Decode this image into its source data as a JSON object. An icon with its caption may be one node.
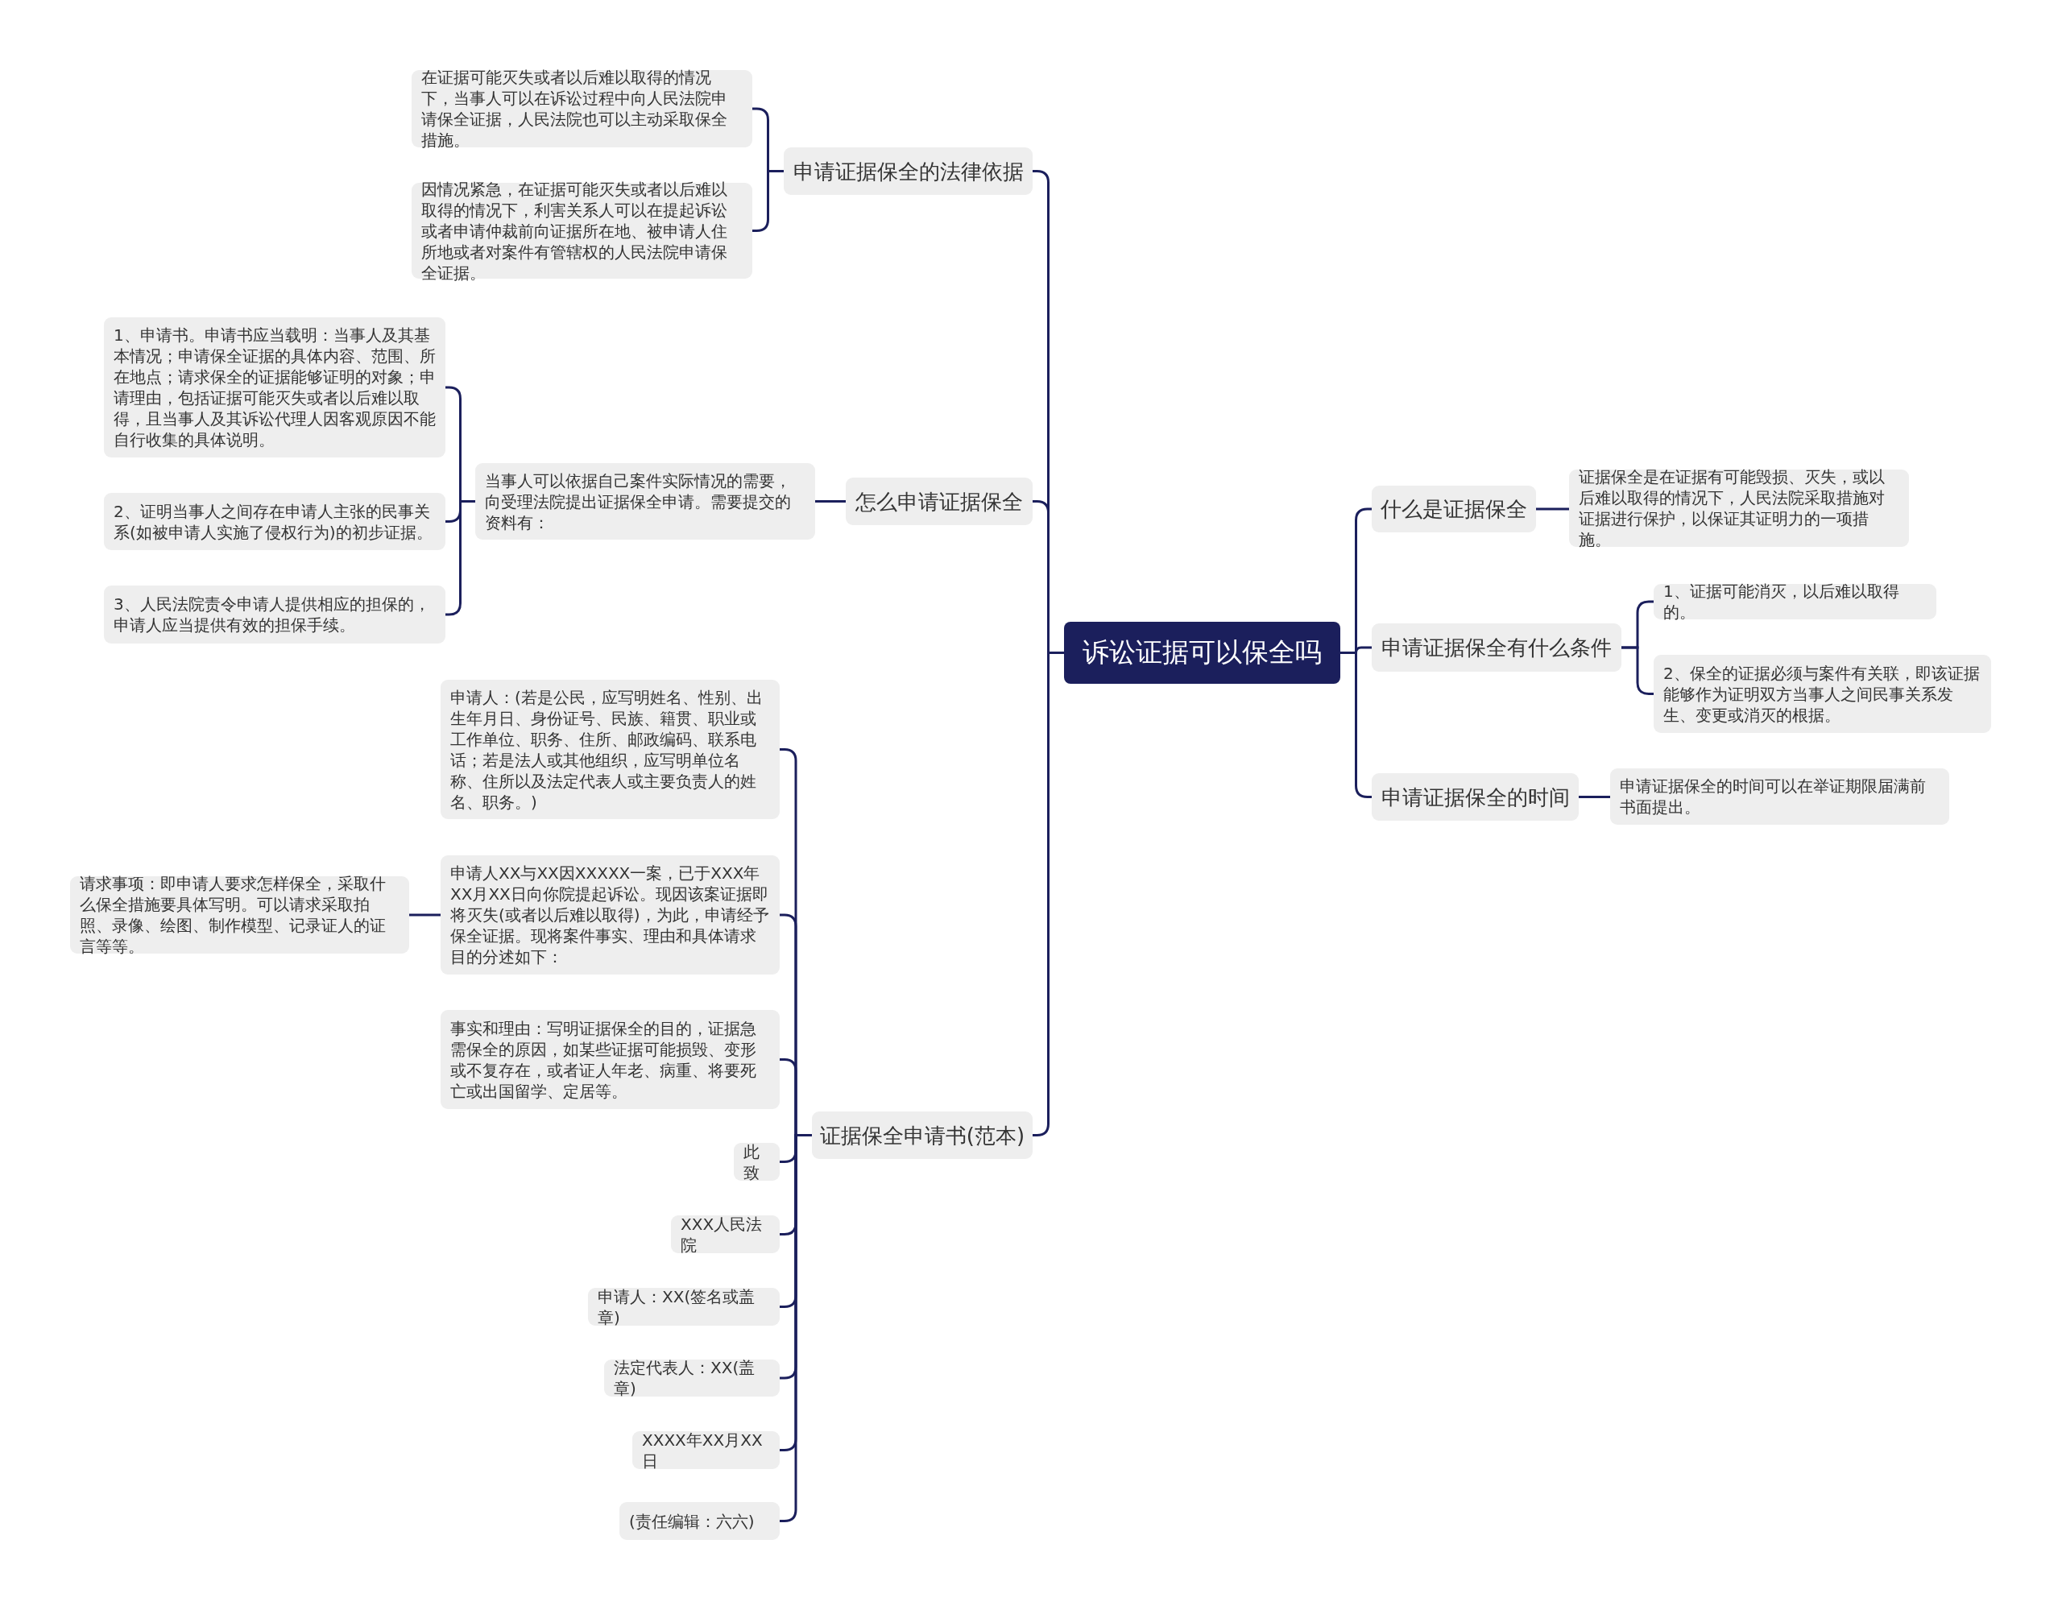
{
  "diagram": {
    "nodes": [
      {
        "text": [
          "诉讼证据可以保全吗"
        ]
      },
      {
        "text": [
          "申请证据保全的法律依据"
        ]
      },
      {
        "text": [
          "在证据可能灭失或者以后难以取得的情况下，当事人可以在诉讼过程中向人民法院申请保全证据，人民法院也可以主动采取保全措施。"
        ]
      },
      {
        "text": [
          "因情况紧急，在证据可能灭失或者以后难以取得的情况下，利害关系人可以在提起诉讼或者申请仲裁前向证据所在地、被申请人住所地或者对案件有管辖权的人民法院申请保全证据。"
        ]
      },
      {
        "text": [
          "怎么申请证据保全"
        ]
      },
      {
        "text": [
          "当事人可以依据自己案件实际情况的需要，向受理法院提出证据保全申请。需要提交的资料有："
        ]
      },
      {
        "text": [
          "1、申请书。申请书应当载明：当事人及其基本情况；申请保全证据的具体内容、范围、所在地点；请求保全的证据能够证明的对象；申请理由，包括证据可能灭失或者以后难以取得，且当事人及其诉讼代理人因客观原因不能自行收集的具体说明。"
        ]
      },
      {
        "text": [
          "2、证明当事人之间存在申请人主张的民事关系(如被申请人实施了侵权行为)的初步证据。"
        ]
      },
      {
        "text": [
          "3、人民法院责令申请人提供相应的担保的，申请人应当提供有效的担保手续。"
        ]
      },
      {
        "text": [
          "证据保全申请书(范本)"
        ]
      },
      {
        "text": [
          "申请人：(若是公民，应写明姓名、性别、出生年月日、身份证号、民族、籍贯、职业或工作单位、职务、住所、邮政编码、联系电话；若是法人或其他组织，应写明单位名称、住所以及法定代表人或主要负责人的姓名、职务。)"
        ]
      },
      {
        "text": [
          "申请人XX与XX因XXXXX一案，已于XXX年XX月XX日向你院提起诉讼。现因该案证据即将灭失(或者以后难以取得)，为此，申请经予保全证据。现将案件事实、理由和具体请求目的分述如下："
        ]
      },
      {
        "text": [
          "请求事项：即申请人要求怎样保全，采取什么保全措施要具体写明。可以请求采取拍照、录像、绘图、制作模型、记录证人的证言等等。"
        ]
      },
      {
        "text": [
          "事实和理由：写明证据保全的目的，证据急需保全的原因，如某些证据可能损毁、变形或不复存在，或者证人年老、病重、将要死亡或出国留学、定居等。"
        ]
      },
      {
        "text": [
          "此致"
        ]
      },
      {
        "text": [
          "XXX人民法院"
        ]
      },
      {
        "text": [
          "申请人：XX(签名或盖章)"
        ]
      },
      {
        "text": [
          "法定代表人：XX(盖章)"
        ]
      },
      {
        "text": [
          "XXXX年XX月XX日"
        ]
      },
      {
        "text": [
          "(责任编辑：六六)"
        ]
      },
      {
        "text": [
          "什么是证据保全"
        ]
      },
      {
        "text": [
          "证据保全是在证据有可能毁损、灭失，或以后难以取得的情况下，人民法院采取措施对证据进行保护，以保证其证明力的一项措施。"
        ]
      },
      {
        "text": [
          "申请证据保全有什么条件"
        ]
      },
      {
        "text": [
          "1、证据可能消灭，以后难以取得的。"
        ]
      },
      {
        "text": [
          "2、保全的证据必须与案件有关联，即该证据能够作为证明双方当事人之间民事关系发生、变更或消灭的根据。"
        ]
      },
      {
        "text": [
          "申请证据保全的时间"
        ]
      },
      {
        "text": [
          "申请证据保全的时间可以在举证期限届满前书面提出。"
        ]
      }
    ],
    "edges": [
      {
        "from": 0,
        "to": 1,
        "arrow": "none"
      },
      {
        "from": 1,
        "to": 2,
        "arrow": "none"
      },
      {
        "from": 1,
        "to": 3,
        "arrow": "none"
      },
      {
        "from": 0,
        "to": 4,
        "arrow": "none"
      },
      {
        "from": 4,
        "to": 5,
        "arrow": "none"
      },
      {
        "from": 5,
        "to": 6,
        "arrow": "none"
      },
      {
        "from": 5,
        "to": 7,
        "arrow": "none"
      },
      {
        "from": 5,
        "to": 8,
        "arrow": "none"
      },
      {
        "from": 0,
        "to": 9,
        "arrow": "none"
      },
      {
        "from": 9,
        "to": 10,
        "arrow": "none"
      },
      {
        "from": 9,
        "to": 11,
        "arrow": "none"
      },
      {
        "from": 11,
        "to": 12,
        "arrow": "none"
      },
      {
        "from": 9,
        "to": 13,
        "arrow": "none"
      },
      {
        "from": 9,
        "to": 14,
        "arrow": "none"
      },
      {
        "from": 9,
        "to": 15,
        "arrow": "none"
      },
      {
        "from": 9,
        "to": 16,
        "arrow": "none"
      },
      {
        "from": 9,
        "to": 17,
        "arrow": "none"
      },
      {
        "from": 9,
        "to": 18,
        "arrow": "none"
      },
      {
        "from": 9,
        "to": 19,
        "arrow": "none"
      },
      {
        "from": 0,
        "to": 20,
        "arrow": "none"
      },
      {
        "from": 20,
        "to": 21,
        "arrow": "none"
      },
      {
        "from": 0,
        "to": 22,
        "arrow": "none"
      },
      {
        "from": 22,
        "to": 23,
        "arrow": "none"
      },
      {
        "from": 22,
        "to": 24,
        "arrow": "none"
      },
      {
        "from": 0,
        "to": 25,
        "arrow": "none"
      },
      {
        "from": 25,
        "to": 26,
        "arrow": "none"
      }
    ]
  }
}
